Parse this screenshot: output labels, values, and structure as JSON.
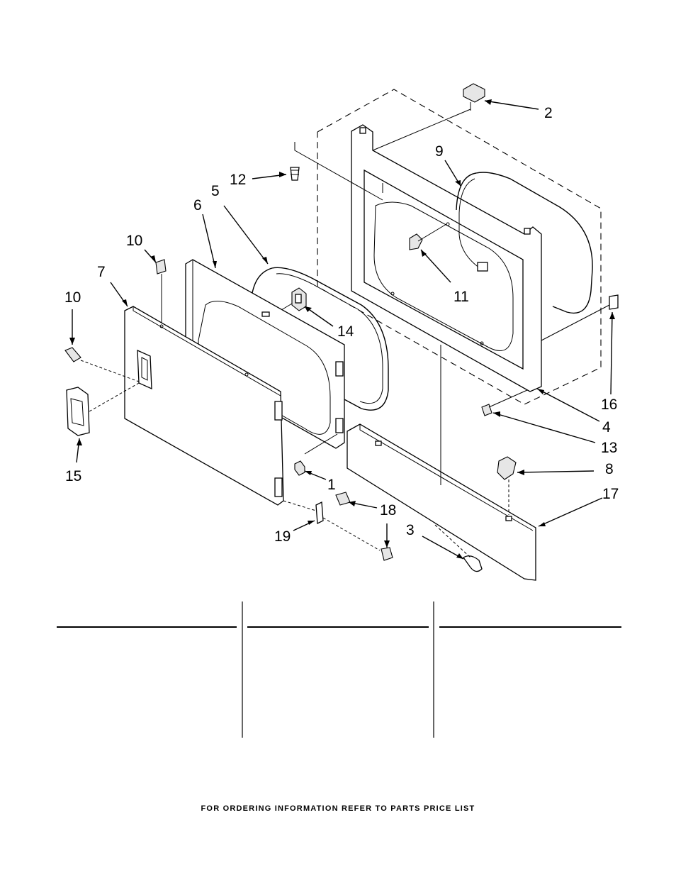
{
  "diagram": {
    "callouts": [
      {
        "id": "c1",
        "label": "1"
      },
      {
        "id": "c2",
        "label": "2"
      },
      {
        "id": "c3",
        "label": "3"
      },
      {
        "id": "c4",
        "label": "4"
      },
      {
        "id": "c5",
        "label": "5"
      },
      {
        "id": "c6",
        "label": "6"
      },
      {
        "id": "c7",
        "label": "7"
      },
      {
        "id": "c8",
        "label": "8"
      },
      {
        "id": "c9",
        "label": "9"
      },
      {
        "id": "c10a",
        "label": "10"
      },
      {
        "id": "c10b",
        "label": "10"
      },
      {
        "id": "c11",
        "label": "11"
      },
      {
        "id": "c12",
        "label": "12"
      },
      {
        "id": "c13",
        "label": "13"
      },
      {
        "id": "c14",
        "label": "14"
      },
      {
        "id": "c15",
        "label": "15"
      },
      {
        "id": "c16",
        "label": "16"
      },
      {
        "id": "c17",
        "label": "17"
      },
      {
        "id": "c18",
        "label": "18"
      },
      {
        "id": "c19",
        "label": "19"
      }
    ]
  },
  "footer": {
    "note": "FOR ORDERING INFORMATION REFER TO PARTS PRICE LIST"
  }
}
